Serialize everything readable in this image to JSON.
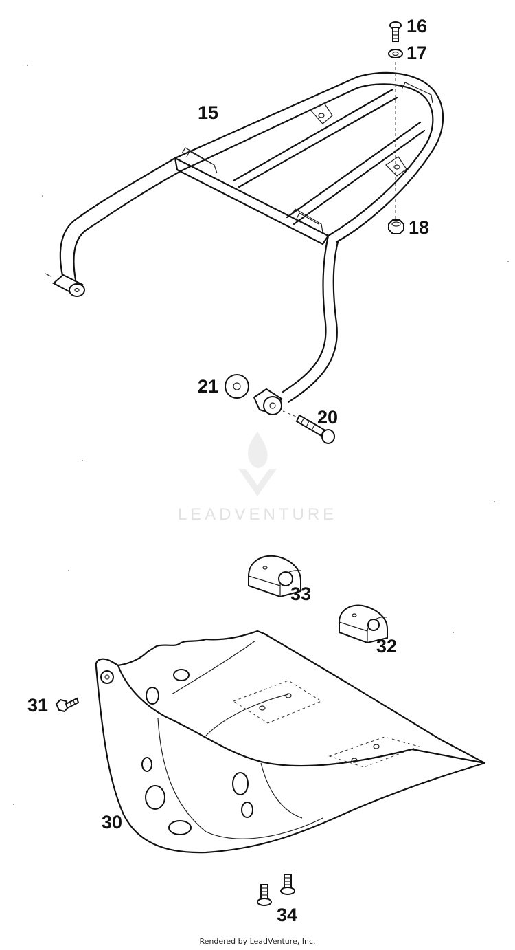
{
  "callouts": {
    "p15": "15",
    "p16": "16",
    "p17": "17",
    "p18": "18",
    "p20": "20",
    "p21": "21",
    "p30": "30",
    "p31": "31",
    "p32": "32",
    "p33": "33",
    "p34": "34"
  },
  "watermark": {
    "brand": "LEADVENTURE"
  },
  "footer": {
    "credit": "Rendered by LeadVenture, Inc."
  },
  "colors": {
    "ink": "#111111",
    "watermark": "#e2e2e2",
    "background": "#ffffff"
  }
}
